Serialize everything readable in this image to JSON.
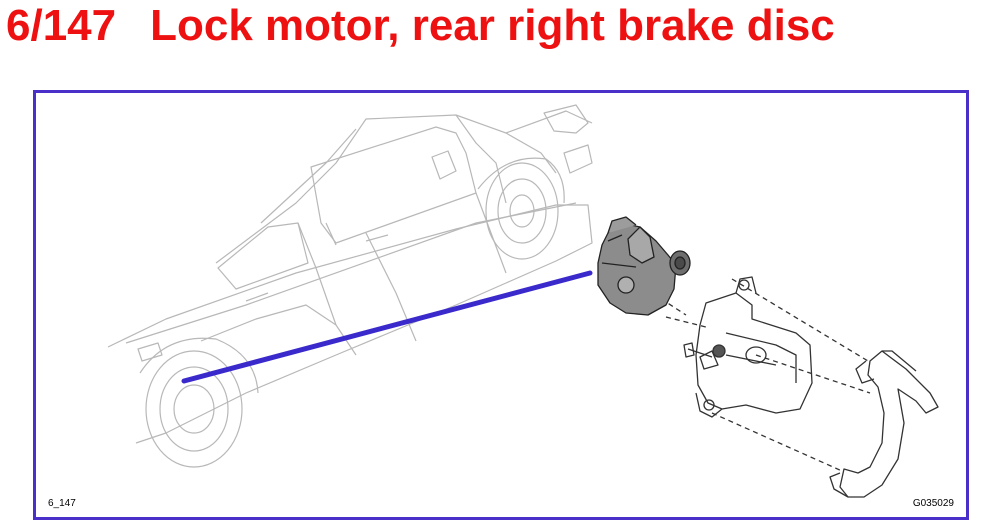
{
  "header": {
    "number": "6/147",
    "title": "Lock motor, rear right brake disc",
    "color": "#ee1111"
  },
  "diagram": {
    "frame_color": "#4a2fc8",
    "pointer_color": "#3a2acc",
    "figure_id": "6_147",
    "drawing_id": "G035029"
  }
}
